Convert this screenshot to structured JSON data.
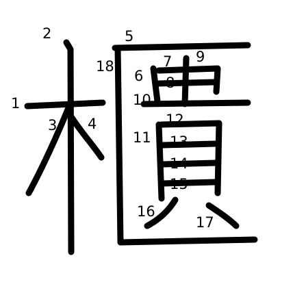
{
  "character": "櫃",
  "stroke_color": "#000000",
  "background_color": "#ffffff",
  "stroke_numbers": [
    "1",
    "2",
    "3",
    "4",
    "5",
    "6",
    "7",
    "8",
    "9",
    "10",
    "11",
    "12",
    "13",
    "14",
    "15",
    "16",
    "17",
    "18"
  ]
}
